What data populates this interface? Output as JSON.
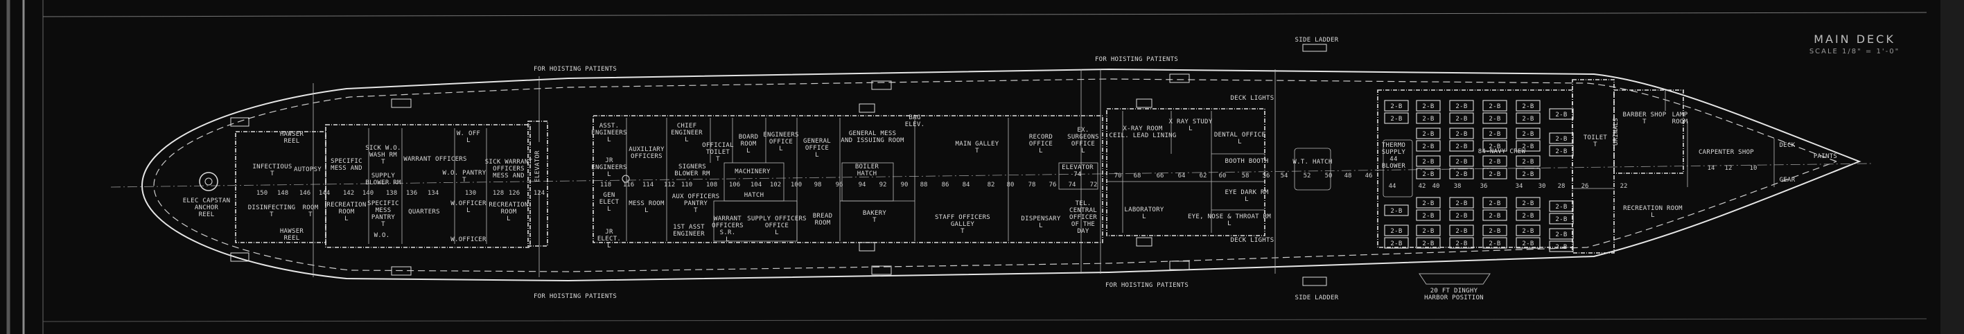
{
  "title": "MAIN DECK",
  "scale": "SCALE 1/8\" = 1'-0\"",
  "hoisting_label": "FOR HOISTING PATIENTS",
  "side_ladder": "SIDE LADDER",
  "dinghy": [
    "20 FT DINGHY",
    "HARBOR POSITION"
  ],
  "bunk_label": "2-B",
  "rooms": [
    {
      "lines": [
        "ELEC CAPSTAN",
        "ANCHOR",
        "REEL"
      ]
    },
    {
      "lines": [
        "HAWSER",
        "REEL"
      ]
    },
    {
      "lines": [
        "HAWSER",
        "REEL"
      ]
    },
    {
      "lines": [
        "INFECTIOUS",
        "T"
      ]
    },
    {
      "lines": [
        "AUTOPSY"
      ]
    },
    {
      "lines": [
        "DISINFECTING",
        "T"
      ]
    },
    {
      "lines": [
        "ROOM",
        "T"
      ]
    },
    {
      "lines": [
        "SPECIFIC",
        "MESS AND"
      ]
    },
    {
      "lines": [
        "RECREATION",
        "ROOM",
        "L"
      ]
    },
    {
      "lines": [
        "SICK W.O.",
        "WASH RM",
        "T"
      ]
    },
    {
      "lines": [
        "SUPPLY",
        "BLOWER RM"
      ]
    },
    {
      "lines": [
        "SPECIFIC",
        "MESS",
        "PANTRY",
        "T"
      ]
    },
    {
      "lines": [
        "W.O."
      ]
    },
    {
      "lines": [
        "WARRANT OFFICERS"
      ]
    },
    {
      "lines": [
        "QUARTERS"
      ]
    },
    {
      "lines": [
        "W. OFF",
        "L"
      ]
    },
    {
      "lines": [
        "W.O. PANTRY",
        "T"
      ]
    },
    {
      "lines": [
        "W.OFFICER",
        "L"
      ]
    },
    {
      "lines": [
        "W.OFFICER"
      ]
    },
    {
      "lines": [
        "SICK WARRANT",
        "OFFICERS",
        "MESS AND"
      ]
    },
    {
      "lines": [
        "RECREATION",
        "ROOM",
        "L"
      ]
    },
    {
      "lines": [
        "ELEVATOR"
      ]
    },
    {
      "lines": [
        "ASST.",
        "ENGINEERS",
        "L"
      ]
    },
    {
      "lines": [
        "JR",
        "ENGINEERS",
        "L"
      ]
    },
    {
      "lines": [
        "GEN",
        "ELECT",
        "L"
      ]
    },
    {
      "lines": [
        "JR",
        "ELECT.",
        "L"
      ]
    },
    {
      "lines": [
        "AUXILIARY",
        "OFFICERS"
      ]
    },
    {
      "lines": [
        "MESS ROOM",
        "L"
      ]
    },
    {
      "lines": [
        "CHIEF",
        "ENGINEER",
        "L"
      ]
    },
    {
      "lines": [
        "OFFICIAL",
        "TOILET",
        "T"
      ]
    },
    {
      "lines": [
        "BOARD",
        "ROOM",
        "L"
      ]
    },
    {
      "lines": [
        "ENGINEERS",
        "OFFICE",
        "L"
      ]
    },
    {
      "lines": [
        "GENERAL",
        "OFFICE",
        "L"
      ]
    },
    {
      "lines": [
        "SIGNERS",
        "BLOWER RM"
      ]
    },
    {
      "lines": [
        "AUX OFFICERS",
        "PANTRY",
        "T"
      ]
    },
    {
      "lines": [
        "MACHINERY"
      ]
    },
    {
      "lines": [
        "HATCH"
      ]
    },
    {
      "lines": [
        "1ST ASST",
        "ENGINEER"
      ]
    },
    {
      "lines": [
        "WARRANT",
        "OFFICERS",
        "S.R.",
        "L"
      ]
    },
    {
      "lines": [
        "SUPPLY OFFICERS",
        "OFFICE",
        "L"
      ]
    },
    {
      "lines": [
        "BREAD",
        "ROOM"
      ]
    },
    {
      "lines": [
        "GENERAL MESS",
        "AND ISSUING ROOM"
      ]
    },
    {
      "lines": [
        "BOILER",
        "HATCH"
      ]
    },
    {
      "lines": [
        "BAKERY",
        "T"
      ]
    },
    {
      "lines": [
        "BAG",
        "ELEV."
      ]
    },
    {
      "lines": [
        "MAIN   GALLEY",
        "T"
      ]
    },
    {
      "lines": [
        "STAFF OFFICERS",
        "GALLEY",
        "T"
      ]
    },
    {
      "lines": [
        "RECORD",
        "OFFICE",
        "L"
      ]
    },
    {
      "lines": [
        "EX.",
        "SURGEONS",
        "OFFICE",
        "L"
      ]
    },
    {
      "lines": [
        "ELEVATOR",
        "74"
      ]
    },
    {
      "lines": [
        "DISPENSARY",
        "L"
      ]
    },
    {
      "lines": [
        "TEL.",
        "CENTRAL",
        "OFFICER",
        "OF THE",
        "DAY"
      ]
    },
    {
      "lines": [
        "X-RAY ROOM",
        "CEIL. LEAD LINING"
      ]
    },
    {
      "lines": [
        "X RAY STUDY",
        "L"
      ]
    },
    {
      "lines": [
        "DENTAL OFFICE",
        "L"
      ]
    },
    {
      "lines": [
        "BOOTH  BOOTH"
      ]
    },
    {
      "lines": [
        "EYE DARK RM",
        "L"
      ]
    },
    {
      "lines": [
        "LABORATORY",
        "L"
      ]
    },
    {
      "lines": [
        "EYE, NOSE & THROAT RM",
        "L"
      ]
    },
    {
      "lines": [
        "DECK LIGHTS"
      ]
    },
    {
      "lines": [
        "DECK LIGHTS"
      ]
    },
    {
      "lines": [
        "W.T. HATCH"
      ]
    },
    {
      "lines": [
        "THERMO",
        "SUPPLY",
        "44",
        "BLOWER"
      ]
    },
    {
      "lines": [
        "84-NAVY CREW"
      ]
    },
    {
      "lines": [
        "TOILET",
        "T"
      ]
    },
    {
      "lines": [
        "URINALS"
      ]
    },
    {
      "lines": [
        "BARBER SHOP",
        "T"
      ]
    },
    {
      "lines": [
        "LAMP",
        "ROOM"
      ]
    },
    {
      "lines": [
        "CARPENTER SHOP"
      ]
    },
    {
      "lines": [
        "RECREATION ROOM",
        "L"
      ]
    },
    {
      "lines": [
        "DECK"
      ]
    },
    {
      "lines": [
        "GEAR"
      ]
    },
    {
      "lines": [
        "PAINTS"
      ]
    }
  ],
  "frame_numbers": [
    "150",
    "148",
    "146",
    "144",
    "142",
    "140",
    "138",
    "136",
    "134",
    "130",
    "128",
    "126",
    "124",
    "118",
    "116",
    "114",
    "112",
    "110",
    "108",
    "106",
    "104",
    "102",
    "100",
    "98",
    "96",
    "94",
    "92",
    "90",
    "88",
    "86",
    "84",
    "82",
    "80",
    "78",
    "76",
    "74",
    "72",
    "70",
    "68",
    "66",
    "64",
    "62",
    "60",
    "58",
    "56",
    "54",
    "52",
    "50",
    "48",
    "46",
    "44",
    "42",
    "40",
    "38",
    "36",
    "34",
    "30",
    "28",
    "26",
    "22",
    "14",
    "12",
    "10"
  ]
}
